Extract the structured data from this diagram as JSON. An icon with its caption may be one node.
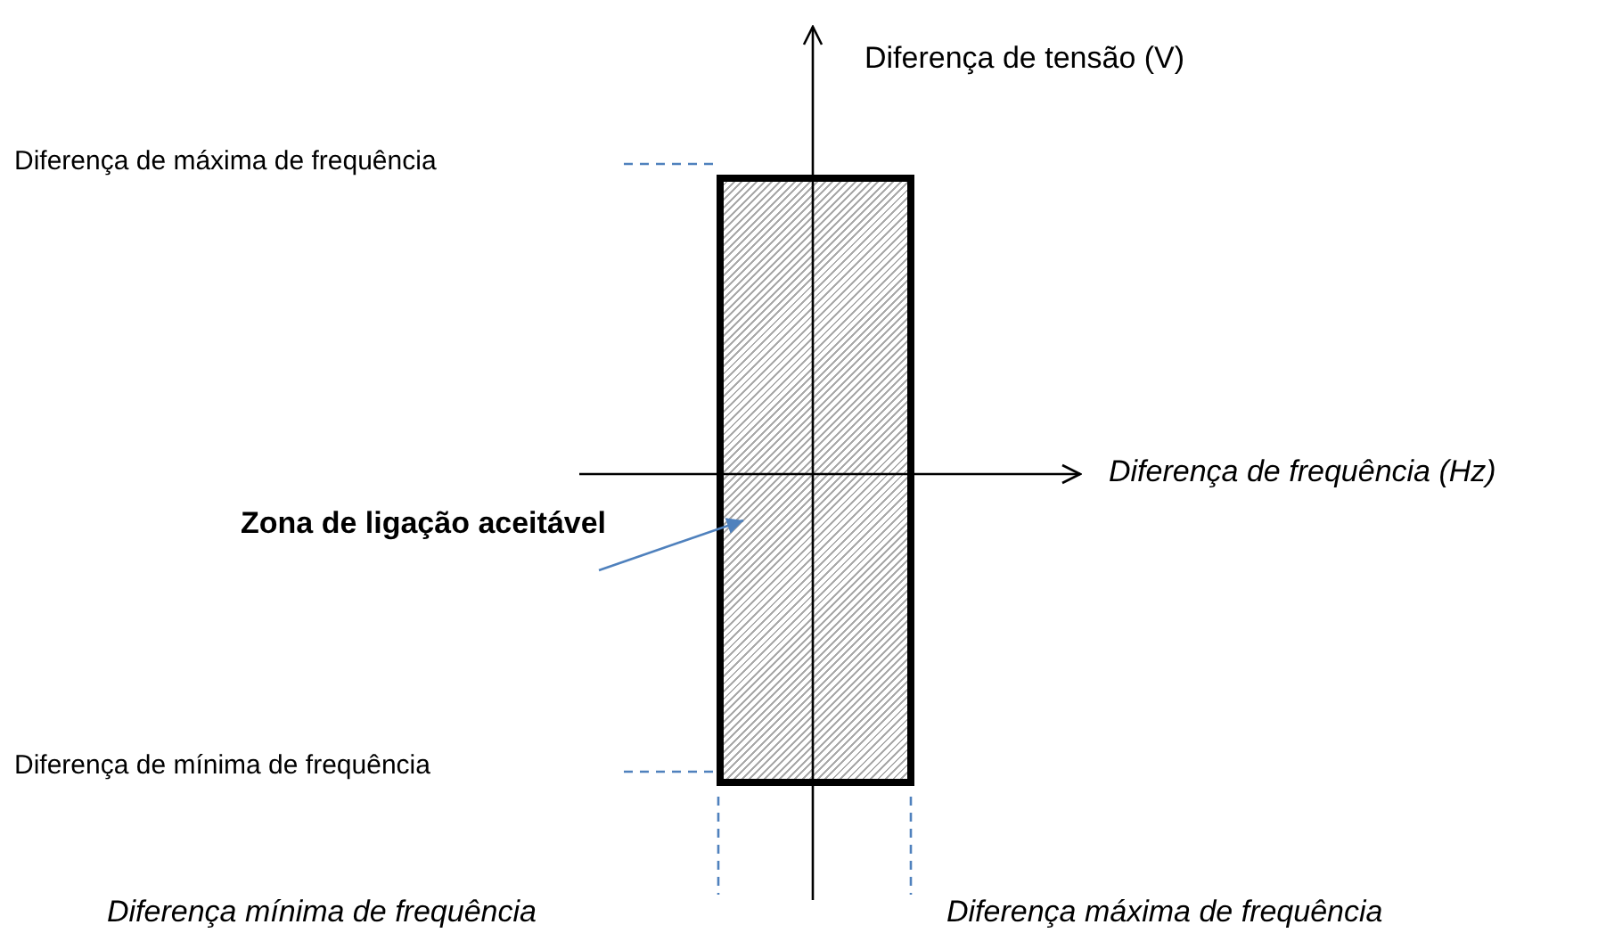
{
  "diagram": {
    "nodes": [
      {
        "text": [
          "Zona de ligação aceitável"
        ]
      },
      {
        "text": [],
        "shape": "box"
      }
    ],
    "edges": [
      {
        "from": 0,
        "to": 1,
        "arrow": "to"
      }
    ],
    "labels": [
      "Diferença de tensão (V)",
      "Diferença de máxima de frequência",
      "Diferença de frequência (Hz)",
      "Diferença de mínima de frequência",
      "Diferença mínima de frequência",
      "Diferença máxima de frequência"
    ]
  }
}
